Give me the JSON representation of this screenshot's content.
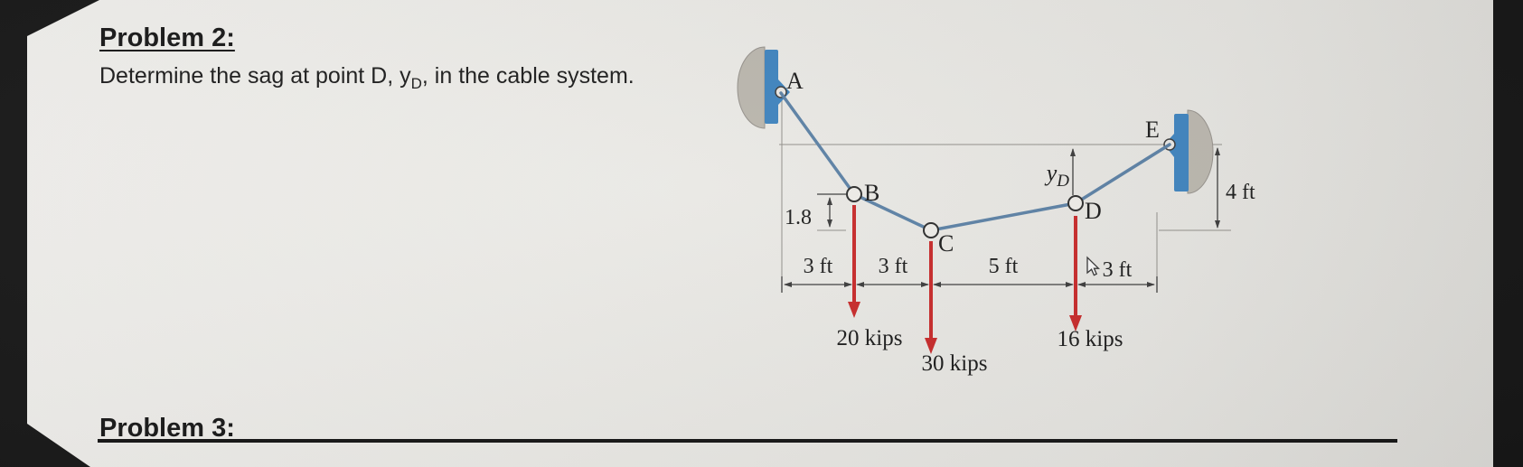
{
  "header": {
    "problem2_title": "Problem 2:",
    "problem2_desc_before": "Determine the sag at point D, y",
    "problem2_desc_sub": "D",
    "problem2_desc_after": ", in the cable system.",
    "problem3_title": "Problem 3:"
  },
  "diagram": {
    "node_a": "A",
    "node_b": "B",
    "node_c": "C",
    "node_d": "D",
    "node_e": "E",
    "sag_y": "y",
    "sag_sub": "D",
    "dim_bc_drop": "1.8",
    "dim_e_height": "4 ft",
    "span_ab": "3 ft",
    "span_bc": "3 ft",
    "span_cd": "5 ft",
    "span_de": "3 ft",
    "load_b": "20 kips",
    "load_c": "30 kips",
    "load_d": "16 kips",
    "colors": {
      "cable": "#5a7fa3",
      "support_blue": "#3d82bd",
      "support_gray": "#b9b5ac",
      "load_red": "#c62828",
      "dimension": "#3a3a3a"
    }
  }
}
